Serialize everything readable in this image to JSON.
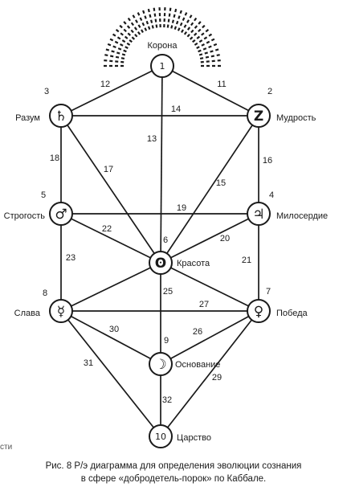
{
  "diagram": {
    "crown_rays": true,
    "nodes": [
      {
        "id": "n1",
        "num": "1",
        "glyph": "1",
        "glyph_type": "number",
        "label": "Корона",
        "name": "node-korona"
      },
      {
        "id": "n2",
        "num": "2",
        "glyph": "Z",
        "glyph_type": "symbol",
        "label": "Мудрость",
        "name": "node-mudrost"
      },
      {
        "id": "n3",
        "num": "3",
        "glyph": "♄",
        "glyph_type": "symbol",
        "label": "Разум",
        "name": "node-razum"
      },
      {
        "id": "n4",
        "num": "4",
        "glyph": "♃",
        "glyph_type": "symbol",
        "label": "Милосердие",
        "name": "node-miloserdie"
      },
      {
        "id": "n5",
        "num": "5",
        "glyph": "♂",
        "glyph_type": "symbol",
        "label": "Строгость",
        "name": "node-strogost"
      },
      {
        "id": "n6",
        "num": "6",
        "glyph": "ʘ",
        "glyph_type": "symbol",
        "label": "Красота",
        "name": "node-krasota"
      },
      {
        "id": "n7",
        "num": "7",
        "glyph": "♀",
        "glyph_type": "symbol",
        "label": "Победа",
        "name": "node-pobeda"
      },
      {
        "id": "n8",
        "num": "8",
        "glyph": "☿",
        "glyph_type": "symbol",
        "label": "Слава",
        "name": "node-slava"
      },
      {
        "id": "n9",
        "num": "9",
        "glyph": "☽",
        "glyph_type": "symbol",
        "label": "Основание",
        "name": "node-osnovanie"
      },
      {
        "id": "n10",
        "num": "10",
        "glyph": "10",
        "glyph_type": "number",
        "label": "Царство",
        "name": "node-tsarstvo"
      }
    ],
    "paths": [
      {
        "from": "n1",
        "to": "n3",
        "num": "12"
      },
      {
        "from": "n1",
        "to": "n2",
        "num": "11"
      },
      {
        "from": "n3",
        "to": "n2",
        "num": "14"
      },
      {
        "from": "n1",
        "to": "n6",
        "num": "13"
      },
      {
        "from": "n3",
        "to": "n5",
        "num": "18"
      },
      {
        "from": "n2",
        "to": "n4",
        "num": "16"
      },
      {
        "from": "n3",
        "to": "n6",
        "num": "17"
      },
      {
        "from": "n2",
        "to": "n6",
        "num": "15"
      },
      {
        "from": "n5",
        "to": "n4",
        "num": "19"
      },
      {
        "from": "n5",
        "to": "n6",
        "num": "22"
      },
      {
        "from": "n4",
        "to": "n6",
        "num": "20"
      },
      {
        "from": "n5",
        "to": "n8",
        "num": "23"
      },
      {
        "from": "n4",
        "to": "n7",
        "num": "21"
      },
      {
        "from": "n8",
        "to": "n6",
        "num": ""
      },
      {
        "from": "n6",
        "to": "n7",
        "num": ""
      },
      {
        "from": "n6",
        "to": "n9",
        "num": "25"
      },
      {
        "from": "n8",
        "to": "n7",
        "num": "27"
      },
      {
        "from": "n8",
        "to": "n9",
        "num": "30"
      },
      {
        "from": "n7",
        "to": "n9",
        "num": "26"
      },
      {
        "from": "n8",
        "to": "n10",
        "num": "31"
      },
      {
        "from": "n7",
        "to": "n10",
        "num": "29"
      },
      {
        "from": "n9",
        "to": "n10",
        "num": "32"
      }
    ]
  },
  "caption": {
    "line1": "Рис. 8   Р/э диаграмма для определения эволюции сознания",
    "line2": "в сфере «добродетель-порок» по Каббале."
  },
  "edge_fragment": "сти"
}
